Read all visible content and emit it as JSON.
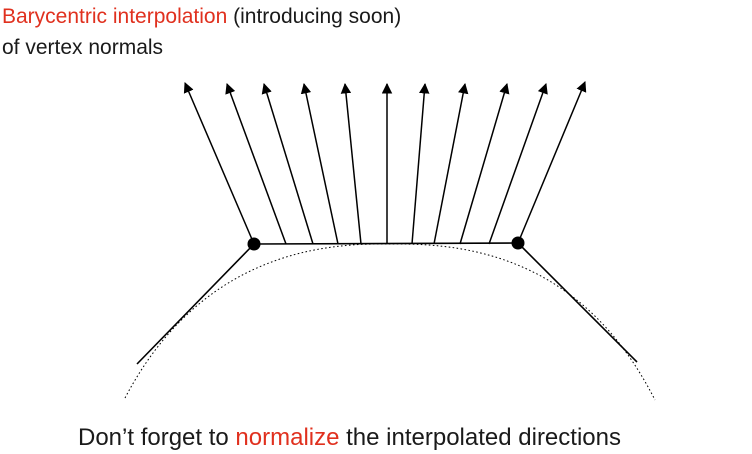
{
  "heading": {
    "accent_text": "Barycentric interpolation",
    "rest_line1": " (introducing soon)",
    "line2": "of vertex normals"
  },
  "caption": {
    "before": "Don’t forget to ",
    "accent_text": "normalize",
    "after": " the interpolated directions"
  },
  "colors": {
    "accent": "#e0301e",
    "text": "#1a1a1a",
    "lines": "#000000"
  }
}
